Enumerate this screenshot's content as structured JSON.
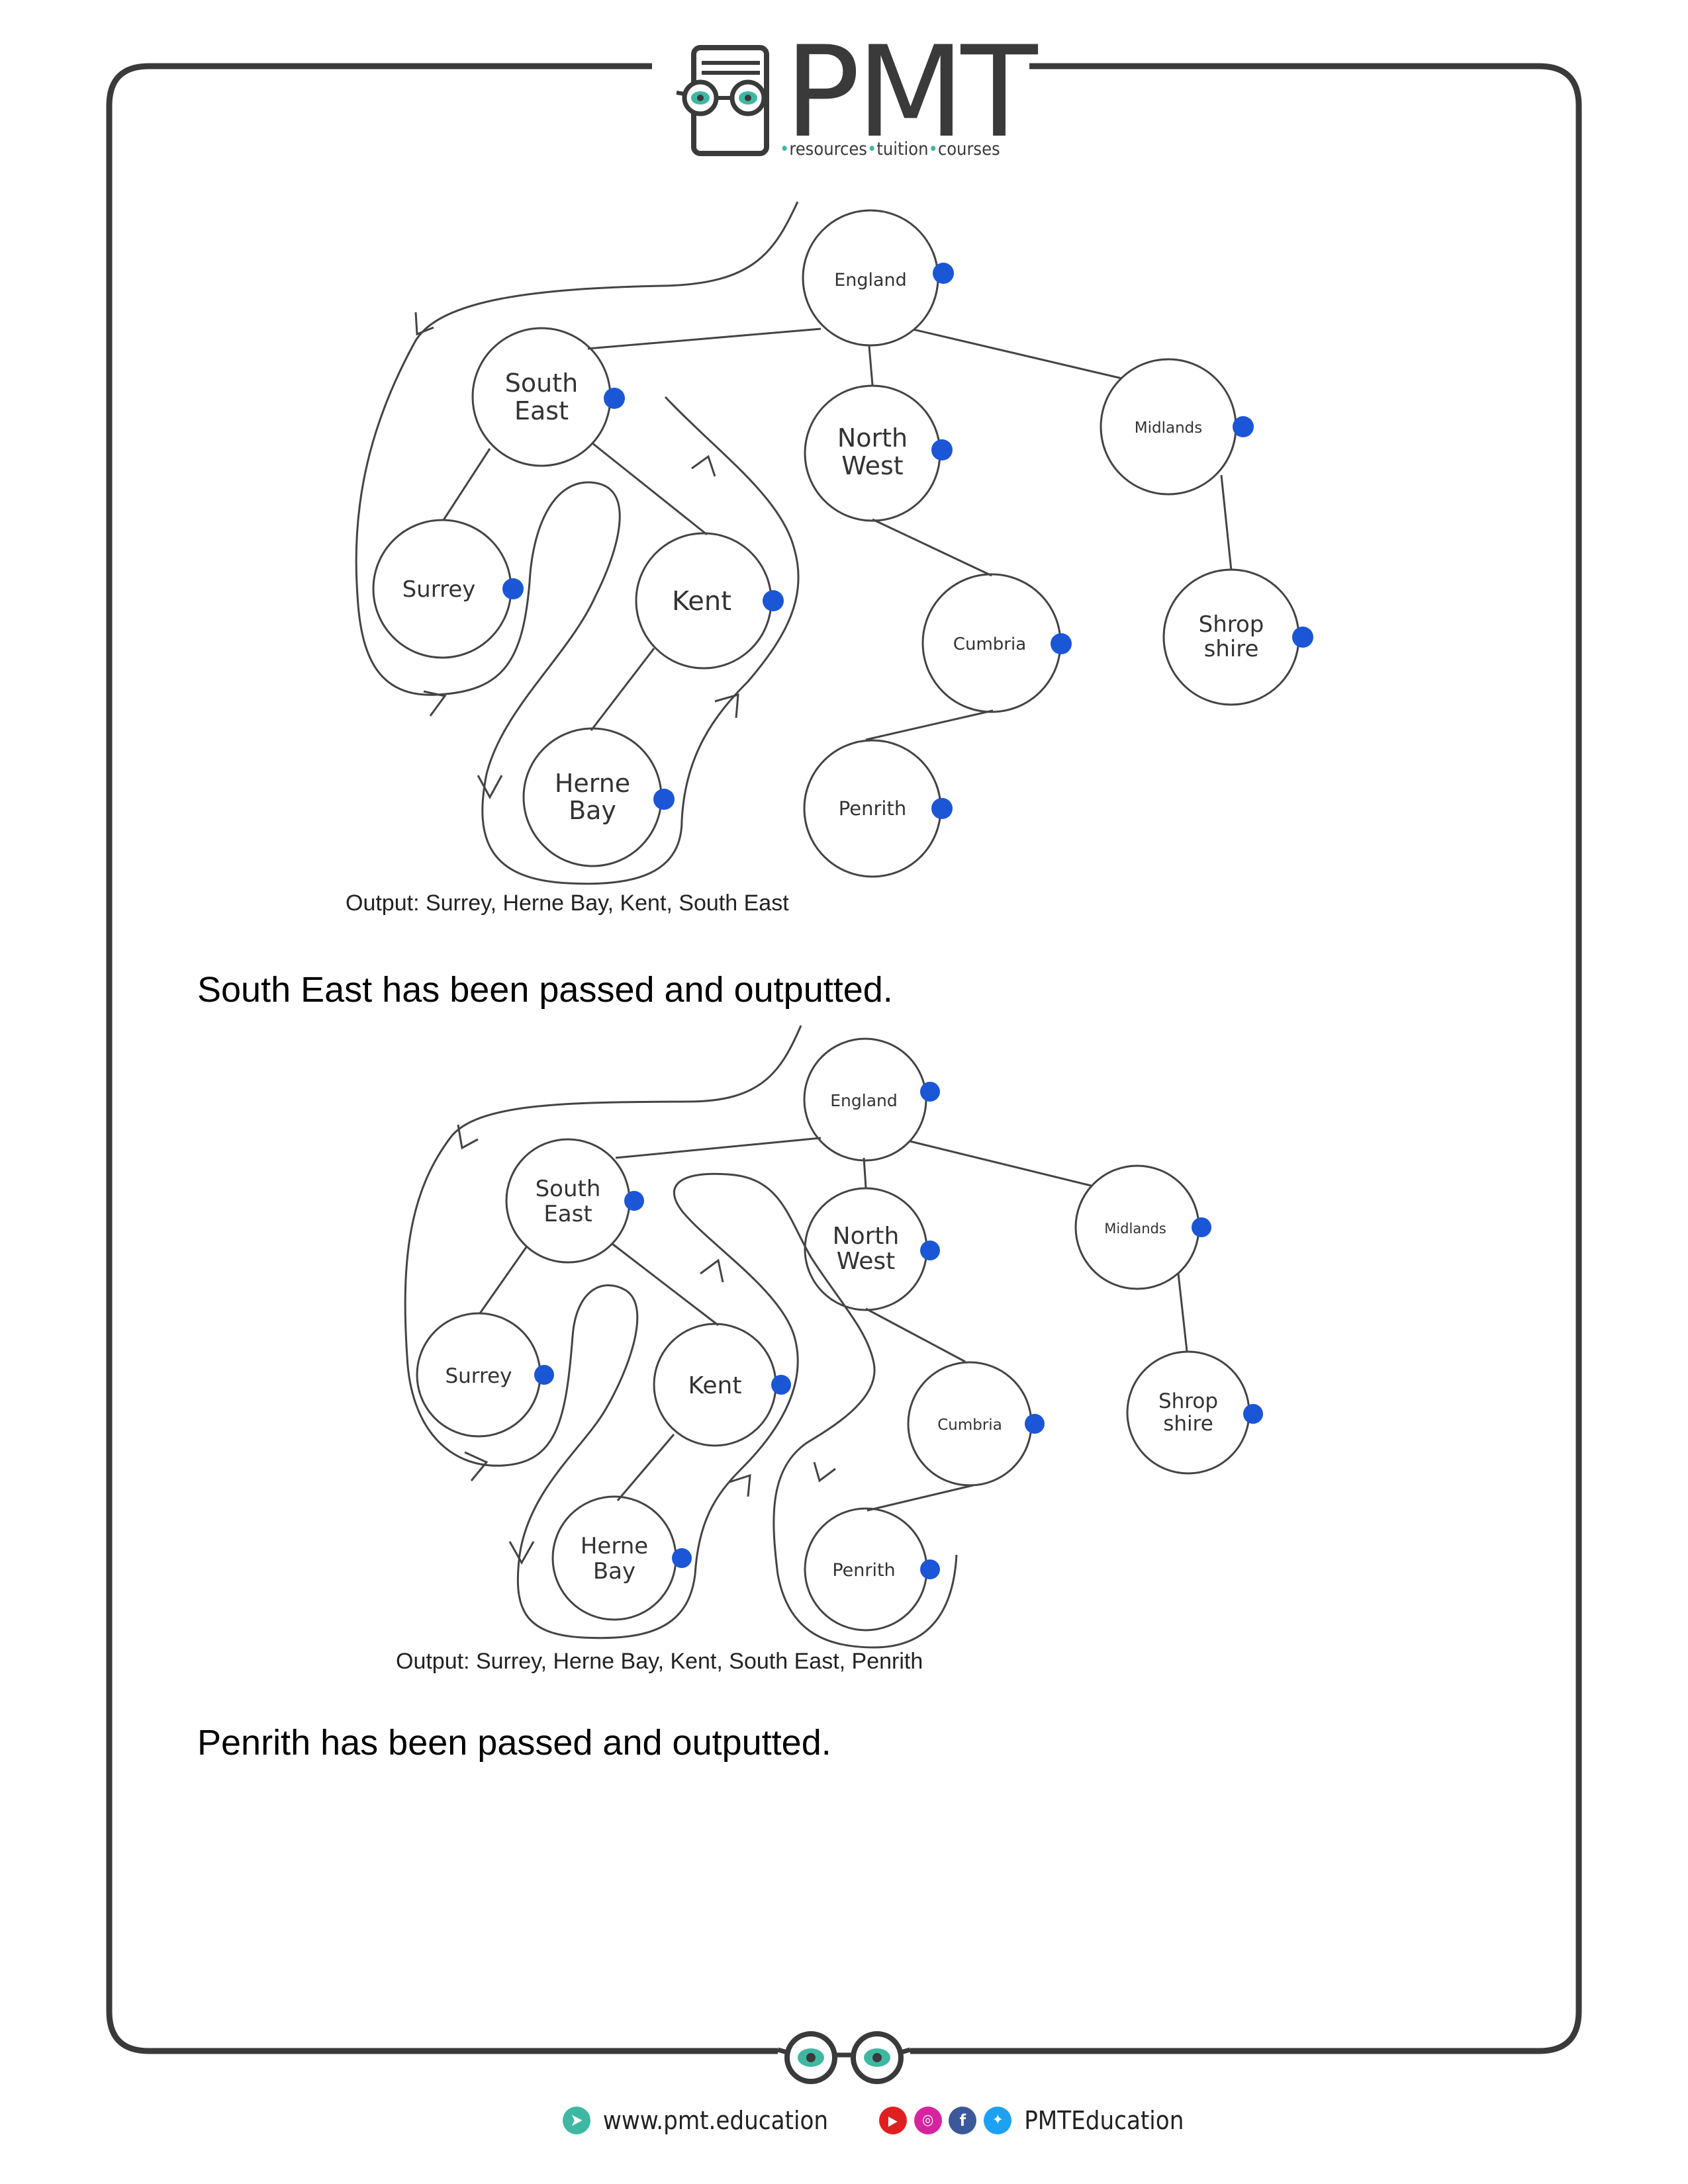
{
  "logo": {
    "name": "PMT",
    "tagline": [
      "resources",
      "tuition",
      "courses"
    ]
  },
  "diagram1": {
    "nodes": {
      "england": "England",
      "south_east": [
        "South",
        "East"
      ],
      "north_west": [
        "North",
        "West"
      ],
      "midlands": "Midlands",
      "surrey": "Surrey",
      "kent": "Kent",
      "cumbria": "Cumbria",
      "shropshire": [
        "Shrop",
        "shire"
      ],
      "herne_bay": [
        "Herne",
        "Bay"
      ],
      "penrith": "Penrith"
    },
    "output": "Output: Surrey, Herne Bay, Kent, South East"
  },
  "caption1": "South East has been passed and outputted.",
  "diagram2": {
    "nodes": {
      "england": "England",
      "south_east": [
        "South",
        "East"
      ],
      "north_west": [
        "North",
        "West"
      ],
      "midlands": "Midlands",
      "surrey": "Surrey",
      "kent": "Kent",
      "cumbria": "Cumbria",
      "shropshire": [
        "Shrop",
        "shire"
      ],
      "herne_bay": [
        "Herne",
        "Bay"
      ],
      "penrith": "Penrith"
    },
    "output": "Output: Surrey, Herne Bay, Kent, South East, Penrith"
  },
  "caption2": "Penrith has been passed and outputted.",
  "footer": {
    "website": "www.pmt.education",
    "social": "PMTEducation"
  },
  "colors": {
    "node_marker": "#1a56d6",
    "frame": "#3a3a3a",
    "accent": "#3fb8a3"
  }
}
